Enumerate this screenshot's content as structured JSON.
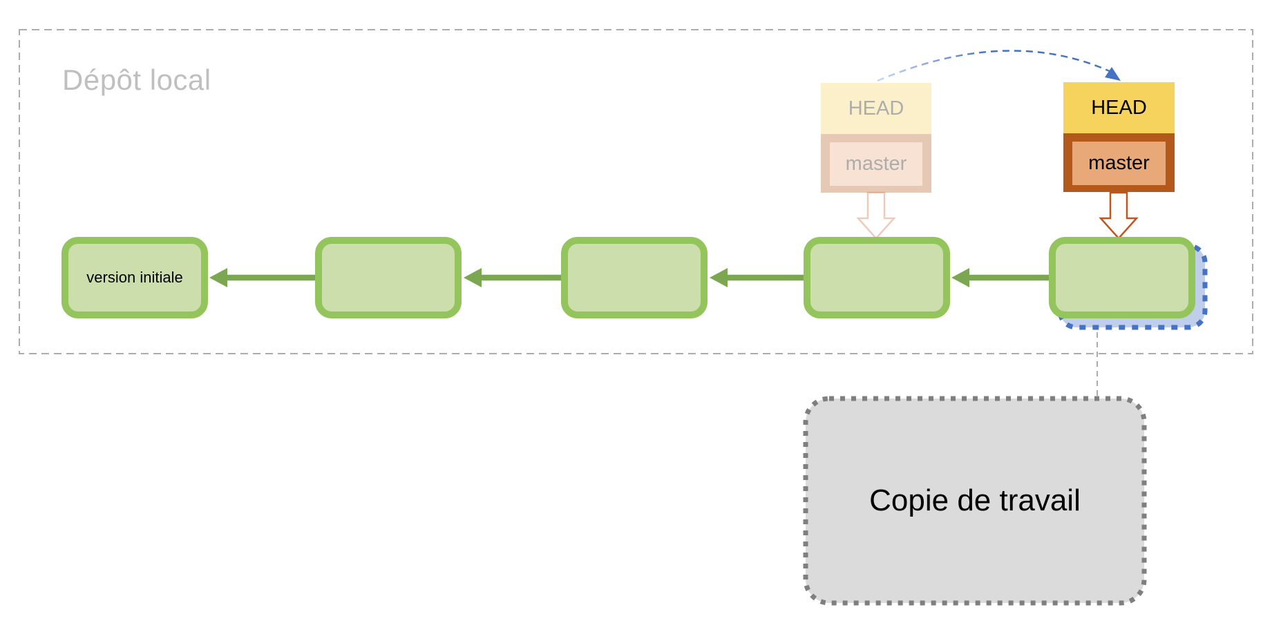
{
  "diagram": {
    "repository": {
      "label": "Dépôt local"
    },
    "commits": [
      {
        "label": "version initiale"
      },
      {
        "label": ""
      },
      {
        "label": ""
      },
      {
        "label": ""
      },
      {
        "label": ""
      }
    ],
    "pointers": {
      "previous": {
        "head_label": "HEAD",
        "branch_label": "master"
      },
      "current": {
        "head_label": "HEAD",
        "branch_label": "master"
      }
    },
    "working_copy": {
      "label": "Copie de travail"
    },
    "colors": {
      "commit_fill": "#CBDEAC",
      "commit_border": "#94C45C",
      "commit_arrow_green": "#7BA750",
      "head_fill": "#F6D35C",
      "branch_border": "#B3591C",
      "branch_fill": "#E8A878",
      "pointer_arrow_outline": "#C1551C",
      "head_move_arc_blue": "#4472C4",
      "working_shadow_fill": "#BFCEEA",
      "repo_border_gray": "#ACACAC",
      "repo_label_gray": "#BFBFBF",
      "working_copy_fill": "#DBDBDB",
      "working_copy_border": "#7F7F7F"
    }
  }
}
